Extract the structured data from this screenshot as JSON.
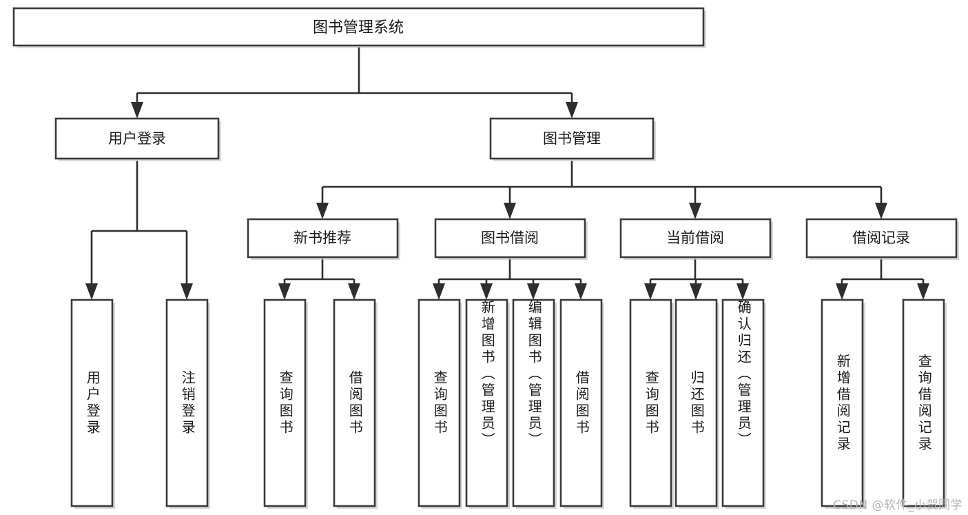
{
  "diagram": {
    "type": "tree-hierarchy",
    "title": "图书管理系统",
    "orientation": "top-down",
    "watermark": "CSDN @软件_小贺同学",
    "colors": {
      "background": "#ffffff",
      "box_stroke": "#3a3a3a",
      "box_fill": "#ffffff",
      "connector": "#2e2e2e",
      "text": "#1b1b1b",
      "watermark": "#b4b4b4"
    },
    "root": {
      "label": "图书管理系统"
    },
    "level1": [
      {
        "label": "用户登录"
      },
      {
        "label": "图书管理"
      }
    ],
    "level2": [
      {
        "label": "新书推荐"
      },
      {
        "label": "图书借阅"
      },
      {
        "label": "当前借阅"
      },
      {
        "label": "借阅记录"
      }
    ],
    "leaves": {
      "user_login": [
        {
          "label": "用户登录"
        },
        {
          "label": "注销登录"
        }
      ],
      "new_book_recommend": [
        {
          "label": "查询图书"
        },
        {
          "label": "借阅图书"
        }
      ],
      "book_borrow": [
        {
          "label": "查询图书"
        },
        {
          "label": "新增图书（管理员）"
        },
        {
          "label": "编辑图书（管理员）"
        },
        {
          "label": "借阅图书"
        }
      ],
      "current_borrow": [
        {
          "label": "查询图书"
        },
        {
          "label": "归还图书"
        },
        {
          "label": "确认归还（管理员）"
        }
      ],
      "borrow_record": [
        {
          "label": "新增借阅记录"
        },
        {
          "label": "查询借阅记录"
        }
      ]
    }
  }
}
